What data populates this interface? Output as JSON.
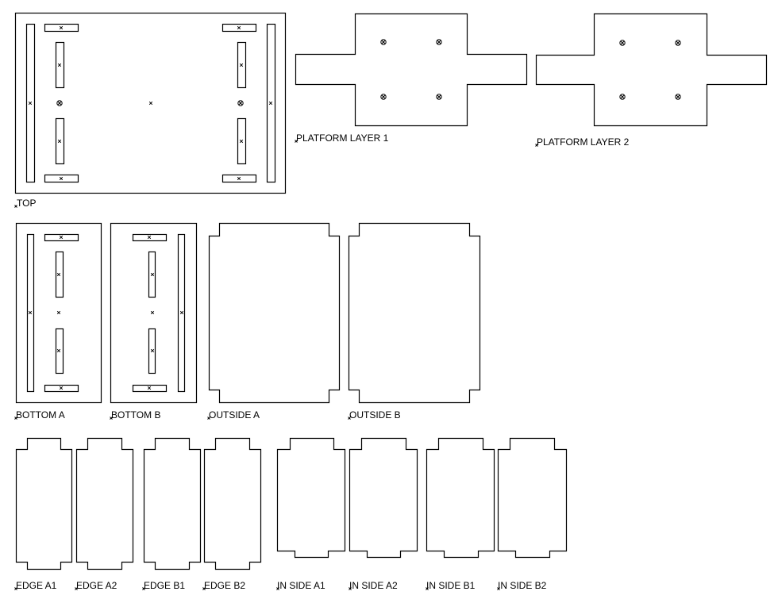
{
  "parts": {
    "top": "TOP",
    "platform_layer_1": "PLATFORM LAYER 1",
    "platform_layer_2": "PLATFORM LAYER 2",
    "bottom_a": "BOTTOM A",
    "bottom_b": "BOTTOM B",
    "outside_a": "OUTSIDE A",
    "outside_b": "OUTSIDE B",
    "edge_a1": "EDGE A1",
    "edge_a2": "EDGE A2",
    "edge_b1": "EDGE B1",
    "edge_b2": "EDGE B2",
    "in_side_a1": "IN SIDE A1",
    "in_side_a2": "IN SIDE A2",
    "in_side_b1": "IN SIDE B1",
    "in_side_b2": "IN SIDE B2"
  },
  "colors": {
    "line": "#000000",
    "background": "#ffffff"
  }
}
